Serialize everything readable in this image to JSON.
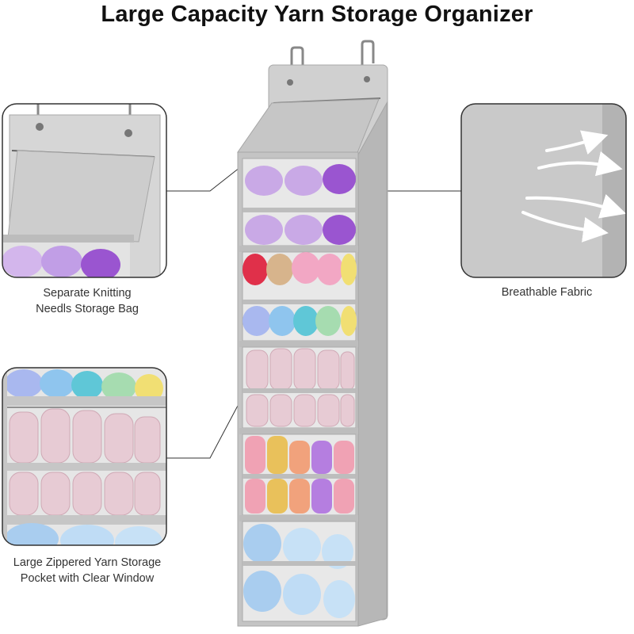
{
  "title": "Large Capacity Yarn Storage Organizer",
  "callouts": {
    "bag": {
      "line1": "Separate Knitting",
      "line2": "Needls Storage Bag"
    },
    "fabric": {
      "line1": "Breathable Fabric"
    },
    "pocket": {
      "line1": "Large Zippered Yarn Storage",
      "line2": "Pocket with Clear Window"
    }
  },
  "colors": {
    "fabric_gray": "#c9c9c9",
    "frame_gray": "#bdbdbd",
    "lilac": "#c9a9e6",
    "purple": "#9a55d0",
    "violet": "#b57ee0",
    "red": "#e0304a",
    "tan": "#d7b48c",
    "pink": "#f2a7c4",
    "yellow": "#f1df73",
    "blue": "#8fc5ee",
    "teal": "#5fc7d7",
    "mint": "#a6dcb0",
    "variegated": "#e7cbd4",
    "salmon": "#f1a27c",
    "mustard": "#e9c15b",
    "rose": "#f0a2b4",
    "light_blue": "#a9cdef"
  }
}
